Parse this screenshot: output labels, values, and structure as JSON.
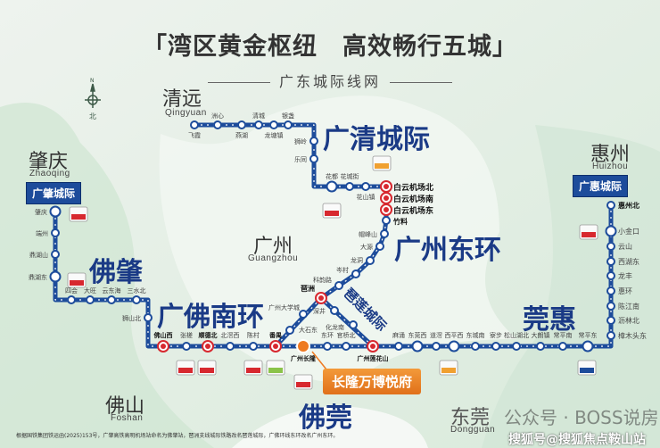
{
  "title": "「湾区黄金枢纽　高效畅行五城」",
  "subtitle": "广东城际线网",
  "compass": {
    "n": "N",
    "label": "北"
  },
  "cities": {
    "qingyuan": {
      "name": "清远",
      "pinyin": "Qingyuan"
    },
    "zhaoqing": {
      "name": "肇庆",
      "pinyin": "Zhaoqing"
    },
    "huizhou": {
      "name": "惠州",
      "pinyin": "Huizhou"
    },
    "guangzhou": {
      "name": "广州",
      "pinyin": "Guangzhou"
    },
    "foshan": {
      "name": "佛山",
      "pinyin": "Foshan"
    },
    "dongguan": {
      "name": "东莞",
      "pinyin": "Dongguan"
    }
  },
  "line_names": {
    "guangqing": "广清城际",
    "gz_east": "广州东环",
    "fozhao": "佛肇",
    "gf_south": "广佛南环",
    "guanhui": "莞惠",
    "foguan": "佛莞",
    "palian": "琶莲城际",
    "box_guangzhao": "广肇城际",
    "box_guanghui": "广惠城际"
  },
  "stations": {
    "guangqing": [
      "飞霞",
      "洲心",
      "燕湖",
      "清城",
      "龙塘镇",
      "银盏",
      "狮岭",
      "乐同",
      "花都",
      "花城街",
      "花山镇"
    ],
    "gz_east": [
      "白云机场北",
      "白云机场南",
      "白云机场东",
      "竹料",
      "帽峰山",
      "大源",
      "龙洞",
      "岑村",
      "科韵路",
      "琶洲"
    ],
    "palian": [
      "广州大学城",
      "大石东",
      "深井",
      "化龙南"
    ],
    "fozhao": [
      "肇庆",
      "端州",
      "鼎湖山",
      "鼎湖东",
      "四会",
      "大旺",
      "云东海",
      "三水北",
      "狮山北"
    ],
    "south": [
      "佛山西",
      "张槎",
      "顺德北",
      "北滘西",
      "陈村",
      "番禺",
      "广州长隆",
      "东环",
      "官桥北",
      "广州莲花山",
      "麻涌",
      "东莞西",
      "道滘",
      "西平西",
      "东城南",
      "寮步",
      "松山湖北",
      "大朗镇",
      "常平南",
      "常平东"
    ],
    "guanghui": [
      "樟木头东",
      "沥林北",
      "陈江南",
      "惠环",
      "龙丰",
      "西湖东",
      "云山",
      "小金口",
      "惠州北"
    ]
  },
  "callout": "长隆万博悦府",
  "footnote": "根据国铁集团铁运函(2025)153号，广肇高铁高明机场站命名为佛肇站，琶洲支线城际铁路改名琶莲城际，广佛环线东环改名广州东环。",
  "watermark": "公众号 · BOSS说房",
  "watermark2": "搜狐号@搜狐焦点鞍山站",
  "colors": {
    "line": "#1d4c9b",
    "interchange": "#d7282f",
    "highlight": "#ee7a22",
    "title": "#1a3a86"
  }
}
